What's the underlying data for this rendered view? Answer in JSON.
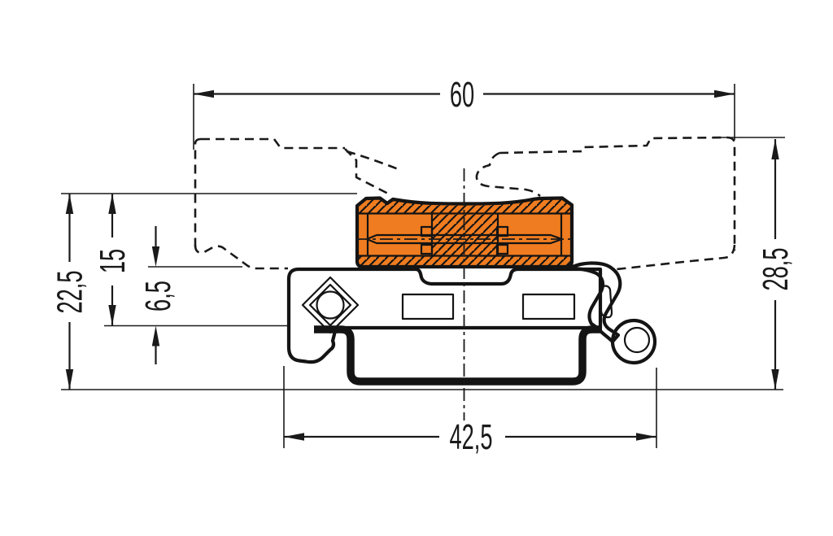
{
  "drawing": {
    "dimensions": {
      "overall_width": "60",
      "left_height": "22,5",
      "pin_height": "15",
      "rail_depth": "6,5",
      "overall_height": "28,5",
      "adapter_width": "42,5"
    },
    "colors": {
      "housing_orange": "#ef7c20",
      "contact_pin": "#f6c69b",
      "adapter_gray": "#c9cacb",
      "diamond_outer": "#e9eff3",
      "diamond_inner": "#cfe2ef",
      "screw_circle": "#b8c3c5",
      "line": "#1a1a1a",
      "background": "#ffffff"
    }
  }
}
